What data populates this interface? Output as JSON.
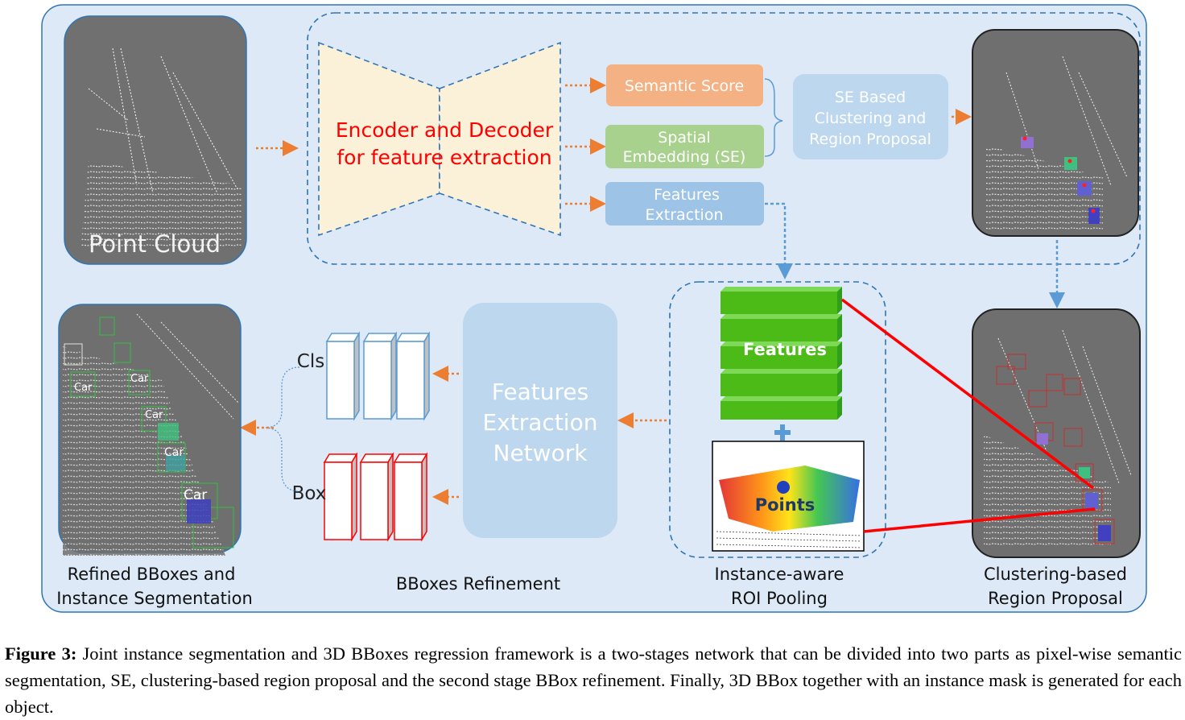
{
  "colors": {
    "panel_bg": "#dde9f7",
    "panel_border": "#2e75b6",
    "arrow_orange": "#ed7d31",
    "arrow_blue": "#5b9bd5",
    "semantic_box": "#f4b183",
    "se_box": "#a9d18e",
    "features_box": "#9dc3e6",
    "cluster_box": "#bdd7ee",
    "red_line": "#ff0000",
    "feature_green": "#4cbb17"
  },
  "diagram": {
    "encoder_label_line1": "Encoder and Decoder",
    "encoder_label_line2": "for feature  extraction",
    "semantic_score": "Semantic Score",
    "spatial_line1": "Spatial",
    "spatial_line2": "Embedding (SE)",
    "features_line1": "Features",
    "features_line2": "Extraction",
    "se_line1": "SE Based",
    "se_line2": "Clustering and",
    "se_line3": "Region Proposal",
    "point_cloud": "Point Cloud",
    "features_stack": "Features",
    "points": "Points",
    "fen_line1": "Features",
    "fen_line2": "Extraction",
    "fen_line3": "Network",
    "cls": "Cls",
    "box": "Box",
    "car_label": "Car",
    "label_refined_1": "Refined BBoxes and",
    "label_refined_2": "Instance Segmentation",
    "label_bbox_refinement": "BBoxes  Refinement",
    "label_roi_1": "Instance-aware",
    "label_roi_2": "ROI Pooling",
    "label_cluster_1": "Clustering-based",
    "label_cluster_2": "Region Proposal"
  },
  "caption": {
    "figure_label": "Figure 3:",
    "text": " Joint instance segmentation and 3D BBoxes regression framework is a two-stages network that can be divided into two parts as pixel-wise semantic segmentation, SE, clustering-based region proposal and the second stage BBox refinement. Finally, 3D BBox together with an instance mask is generated for each object."
  }
}
